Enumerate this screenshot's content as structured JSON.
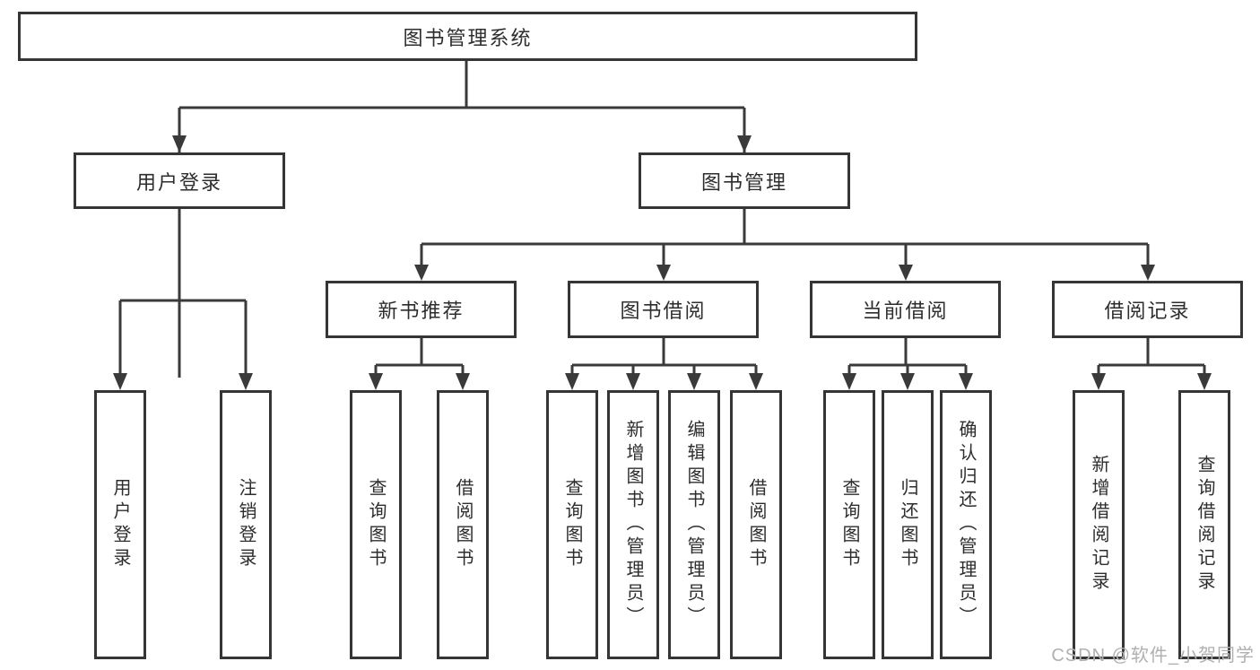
{
  "diagram": {
    "root": {
      "label": "图书管理系统"
    },
    "level2": [
      {
        "label": "用户登录"
      },
      {
        "label": "图书管理"
      }
    ],
    "level3": [
      {
        "label": "新书推荐"
      },
      {
        "label": "图书借阅"
      },
      {
        "label": "当前借阅"
      },
      {
        "label": "借阅记录"
      }
    ],
    "leaves": {
      "user_login": [
        {
          "label": "用户登录"
        },
        {
          "label": "注销登录"
        }
      ],
      "new_books": [
        {
          "label": "查询图书"
        },
        {
          "label": "借阅图书"
        }
      ],
      "book_borrow": [
        {
          "label": "查询图书"
        },
        {
          "label": "新增图书（管理员）"
        },
        {
          "label": "编辑图书（管理员）"
        },
        {
          "label": "借阅图书"
        }
      ],
      "current_borrow": [
        {
          "label": "查询图书"
        },
        {
          "label": "归还图书"
        },
        {
          "label": "确认归还（管理员）"
        }
      ],
      "borrow_records": [
        {
          "label": "新增借阅记录"
        },
        {
          "label": "查询借阅记录"
        }
      ]
    }
  },
  "watermark": "CSDN @软件_小贺同学",
  "colors": {
    "box_border": "#353535",
    "connector": "#3a3a3a",
    "label_text": "#2d2d2d",
    "watermark": "#b0b0b0",
    "background": "#ffffff"
  }
}
